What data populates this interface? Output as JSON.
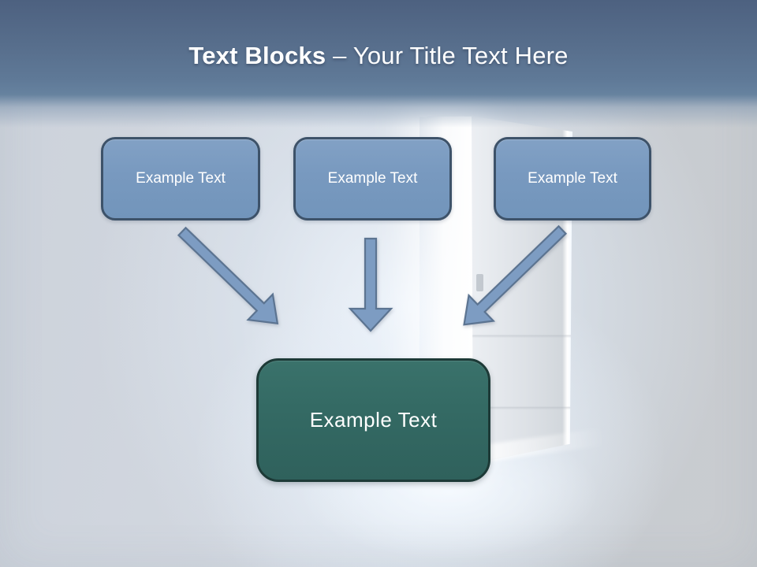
{
  "slide": {
    "title": {
      "bold": "Text Blocks",
      "dash": " – ",
      "regular": "Your Title Text Here"
    },
    "top_blocks": [
      {
        "label": "Example Text"
      },
      {
        "label": "Example Text"
      },
      {
        "label": "Example Text"
      }
    ],
    "center_block": {
      "label": "Example Text"
    },
    "colors": {
      "header_top": "#4d6180",
      "header_mid": "#586f8d",
      "header_bottom": "#66829f",
      "block_fill": "#7899bf",
      "block_border": "#3d5269",
      "arrow_fill": "#7d9cc2",
      "arrow_outline": "#5c7491",
      "center_fill": "#346a64",
      "center_border": "#1d3a37",
      "text": "#ffffff"
    }
  }
}
